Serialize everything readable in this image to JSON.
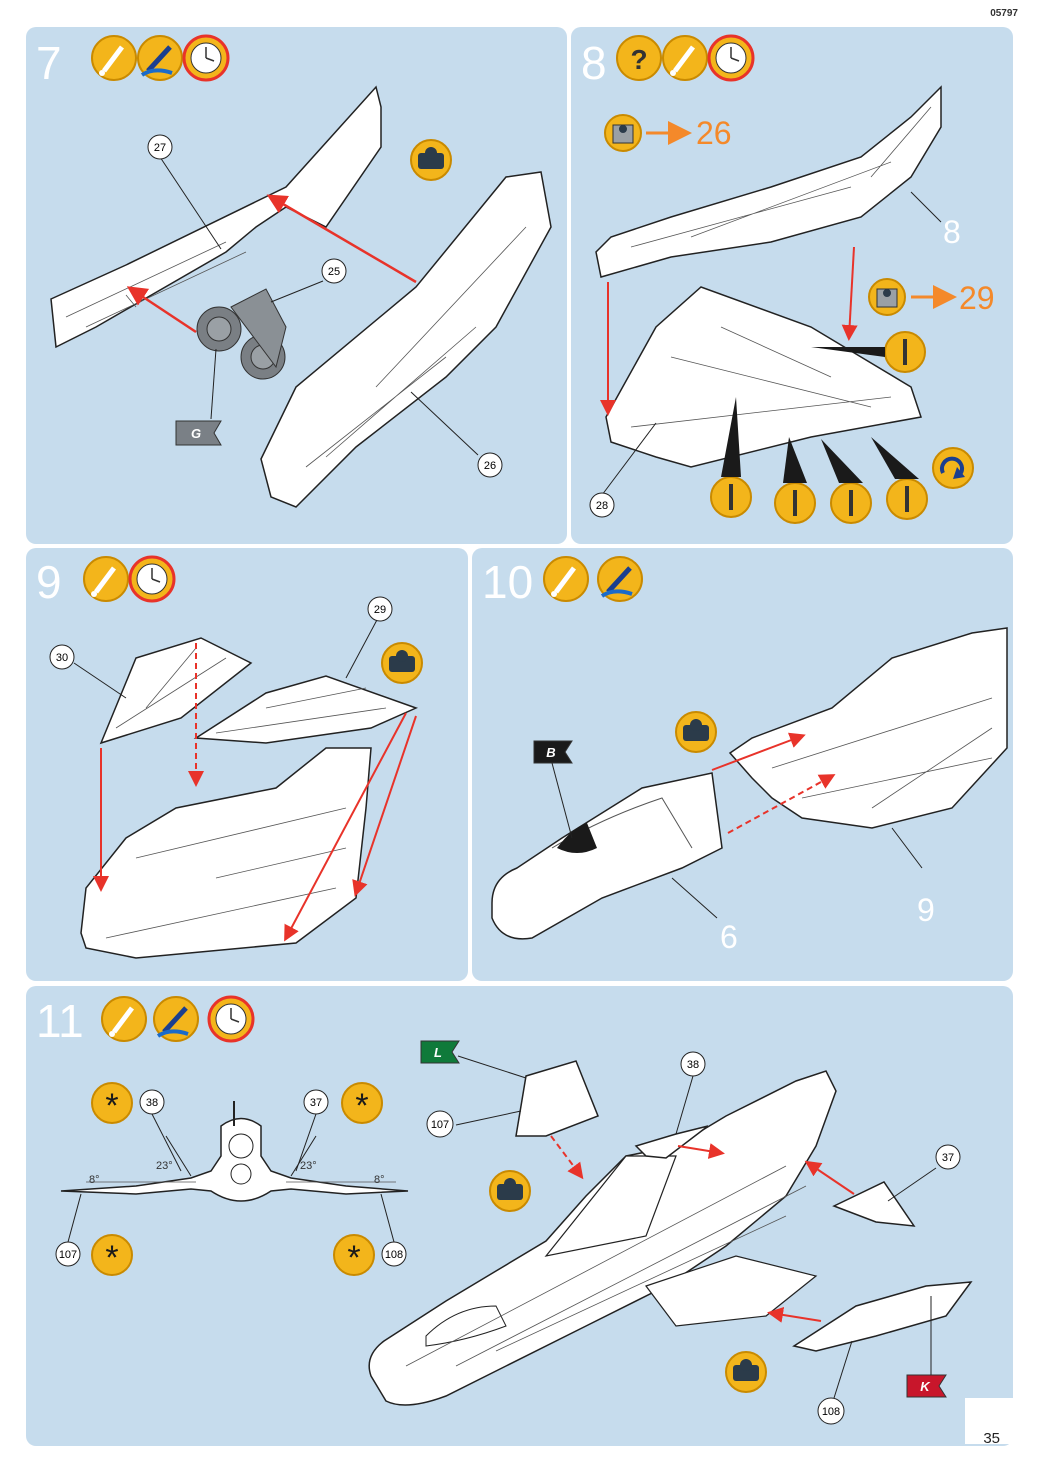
{
  "doc_code": "05797",
  "page_number": "35",
  "steps": [
    {
      "number": "7",
      "icons": [
        "glue-icon",
        "paint-brush-icon",
        "clock-icon"
      ],
      "part_labels": [
        "27",
        "25",
        "26"
      ],
      "flag": "G"
    },
    {
      "number": "8",
      "icons": [
        "question-icon",
        "glue-icon",
        "clock-icon"
      ],
      "refs": [
        {
          "icon": "view-box-icon",
          "target": "26"
        },
        {
          "icon": "view-box-icon",
          "target": "29"
        }
      ],
      "part_labels": [
        "8",
        "28"
      ]
    },
    {
      "number": "9",
      "icons": [
        "glue-icon",
        "clock-icon"
      ],
      "part_labels": [
        "30",
        "29"
      ]
    },
    {
      "number": "10",
      "icons": [
        "glue-icon",
        "paint-brush-icon"
      ],
      "flag": "B",
      "part_labels": [
        "6",
        "9"
      ]
    },
    {
      "number": "11",
      "icons": [
        "glue-icon",
        "paint-brush-icon",
        "clock-icon"
      ],
      "angles": [
        "23°",
        "23°",
        "8°",
        "8°"
      ],
      "part_labels": [
        "38",
        "37",
        "107",
        "108",
        "107",
        "38",
        "37",
        "108"
      ],
      "flags": [
        "L",
        "K"
      ]
    }
  ]
}
